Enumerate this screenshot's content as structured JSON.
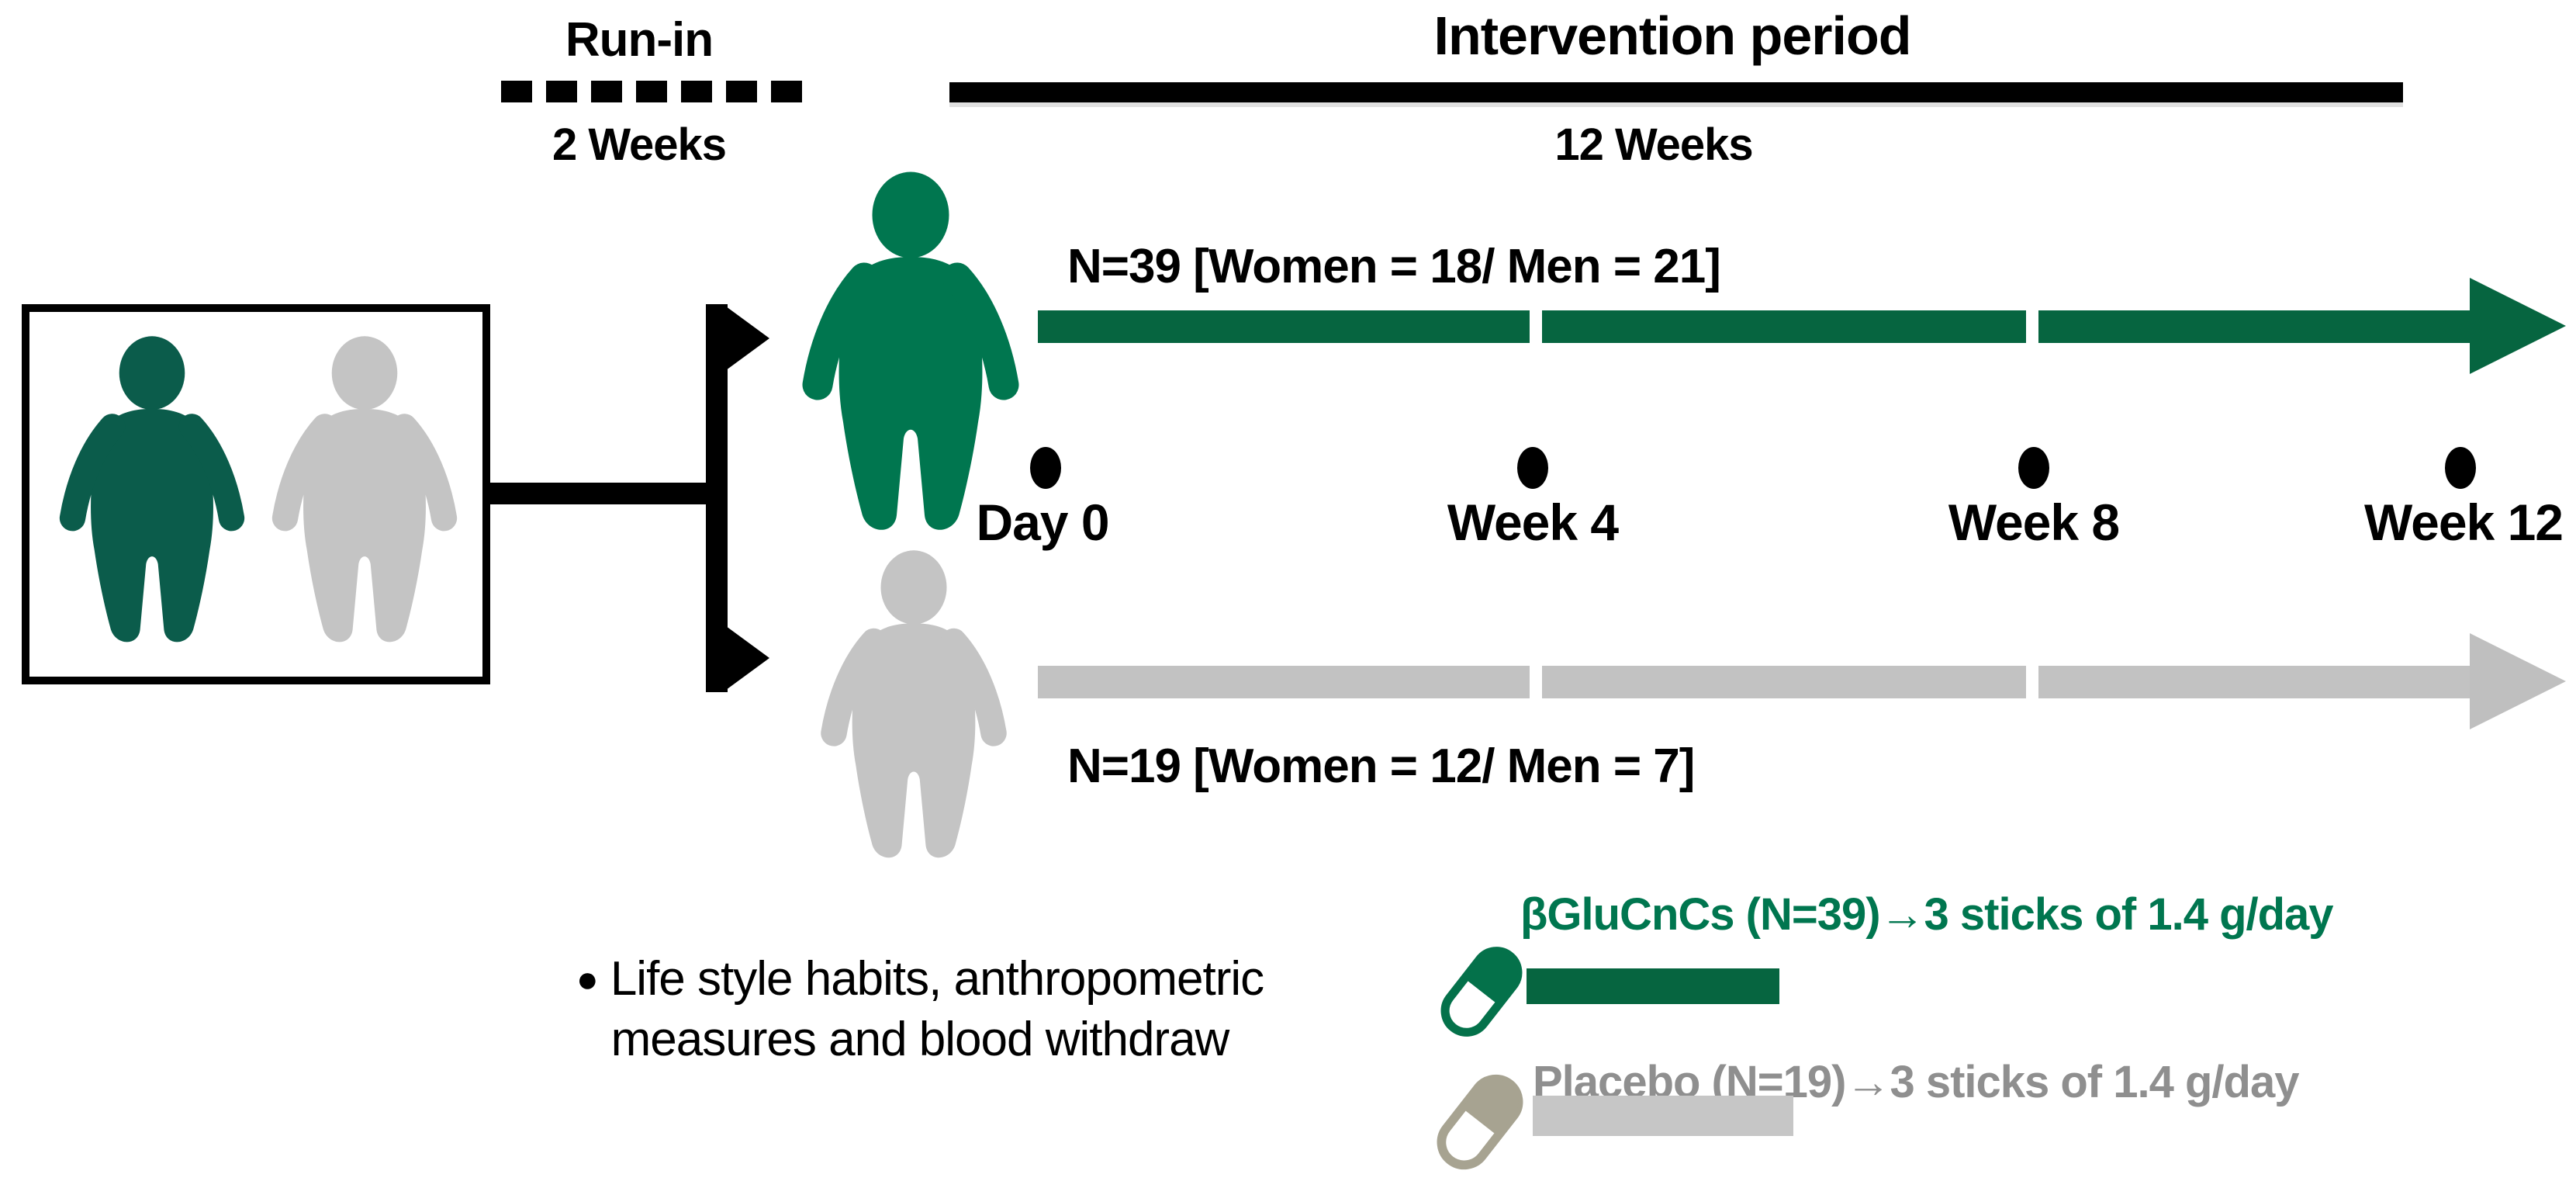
{
  "header": {
    "run_in": {
      "title": "Run-in",
      "duration": "2 Weeks"
    },
    "intervention": {
      "title": "Intervention period",
      "duration": "12 Weeks"
    }
  },
  "groups": {
    "treatment": {
      "label": "N=39 [Women = 18/ Men = 21]"
    },
    "placebo": {
      "label": "N=19 [Women = 12/ Men = 7]"
    }
  },
  "timeline": {
    "points": [
      {
        "label": "Day 0"
      },
      {
        "label": "Week 4"
      },
      {
        "label": "Week 8"
      },
      {
        "label": "Week 12"
      }
    ]
  },
  "note": {
    "bullet": "●",
    "line1": "Life style habits, anthropometric",
    "line2": "measures and blood withdraw"
  },
  "legend": {
    "treatment": {
      "label": "βGluCnCs (N=39)→3 sticks of 1.4 g/day"
    },
    "placebo": {
      "label": "Placebo (N=19)→3 sticks of 1.4 g/day"
    }
  },
  "colors": {
    "enrolled_person_green": "#0B5C4B",
    "enrolled_person_gray": "#C4C4C4",
    "treatment_person": "#00764F",
    "placebo_person": "#C4C4C4",
    "treatment_bar": "#066540",
    "placebo_bar": "#C2C2C2",
    "treatment_text": "#00764F",
    "placebo_text": "#8F8F8F",
    "treatment_capsule": "#04714A",
    "placebo_capsule": "#A7A391",
    "black": "#000000"
  }
}
